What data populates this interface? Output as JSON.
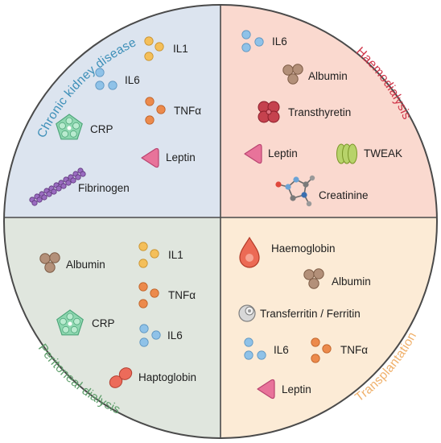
{
  "quadrants": {
    "ckd": {
      "title": "Chronic kidney disease",
      "bg": "#dce4ef",
      "title_color": "#3d8fb8",
      "items": [
        "IL1",
        "IL6",
        "TNFα",
        "CRP",
        "Leptin",
        "Fibrinogen"
      ]
    },
    "hd": {
      "title": "Haemodialysis",
      "bg": "#fad9cf",
      "title_color": "#d0364a",
      "items": [
        "IL6",
        "Albumin",
        "Transthyretin",
        "Leptin",
        "TWEAK",
        "Creatinine"
      ]
    },
    "pd": {
      "title": "Peritoneal dialysis",
      "bg": "#e0e6de",
      "title_color": "#5d9e6a",
      "items": [
        "Albumin",
        "IL1",
        "TNFα",
        "CRP",
        "IL6",
        "Haptoglobin"
      ]
    },
    "tx": {
      "title": "Transplantation",
      "bg": "#fcebd6",
      "title_color": "#f0b06a",
      "items": [
        "Haemoglobin",
        "Albumin",
        "Transferritin / Ferritin",
        "IL6",
        "TNFα",
        "Leptin"
      ]
    }
  },
  "colors": {
    "il1_dot": "#f4bf5a",
    "il6_dot": "#8fc2e8",
    "tnfa_dot": "#ec8a4c",
    "crp": "#8ed7b0",
    "leptin": "#e8739a",
    "albumin": "#b39079",
    "transthyretin": "#c5424e",
    "tweak": "#b7d36a",
    "fibrinogen": "#7b4b9b",
    "haptoglobin": "#ec6b5a",
    "haemoglobin": "#ec6a55",
    "divider": "#4a4a4a"
  },
  "icons": [
    "cytokine-dots-icon",
    "crp-pentamer-icon",
    "leptin-icon",
    "albumin-icon",
    "transthyretin-icon",
    "tweak-icon",
    "creatinine-molecule-icon",
    "fibrinogen-chain-icon",
    "haptoglobin-icon",
    "haemoglobin-drop-icon",
    "ferritin-icon"
  ]
}
